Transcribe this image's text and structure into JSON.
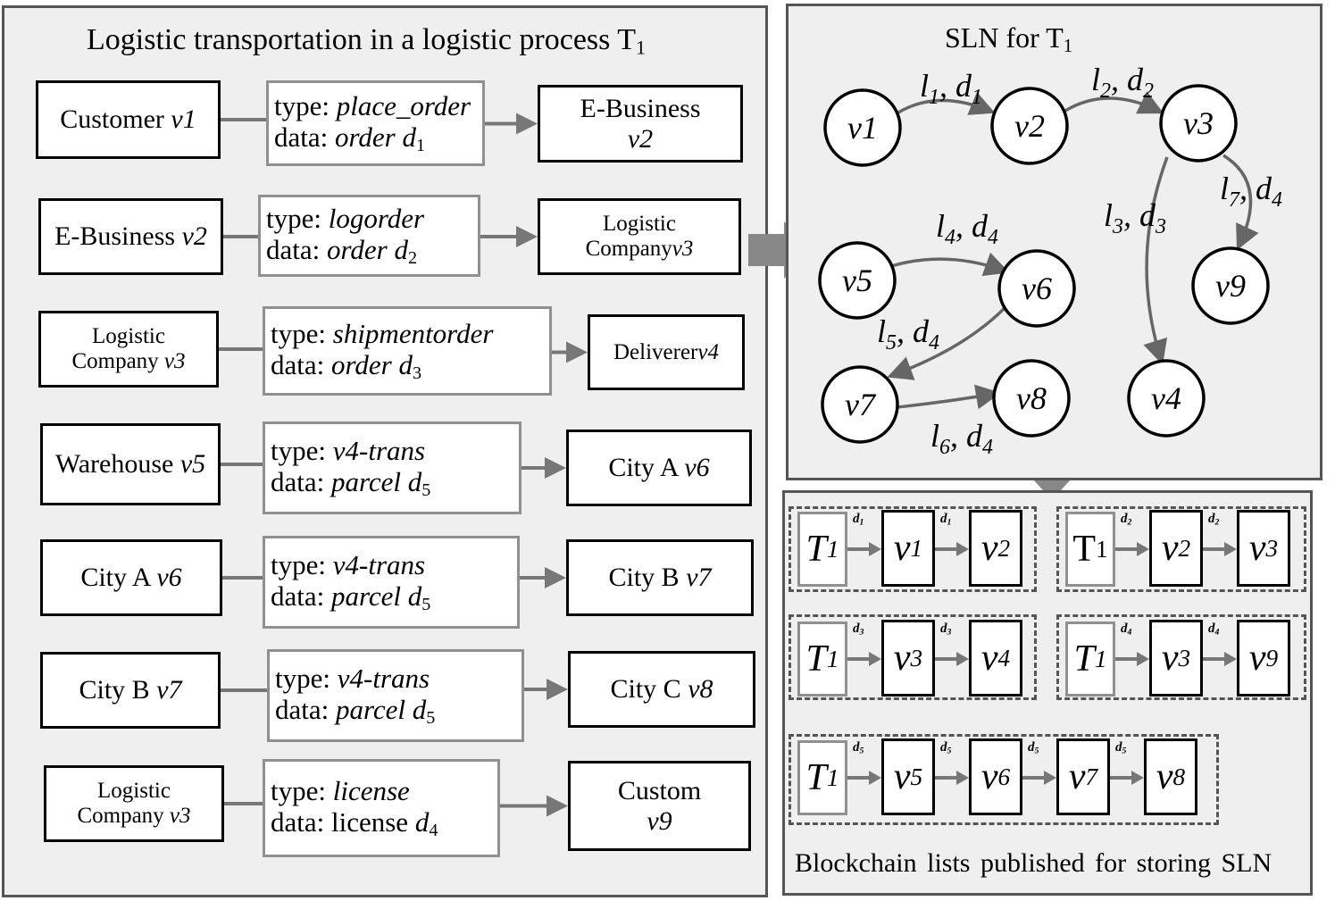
{
  "left_panel": {
    "title": "Logistic transportation in a logistic process T",
    "title_sub": "1",
    "rows": [
      {
        "source": "Customer",
        "source_v": "v1",
        "type_label": "type: ",
        "type_value": "place_order",
        "data_label": "data: ",
        "data_value": "order d",
        "data_sub": "1",
        "target": "E-Business",
        "target_v": "v2"
      },
      {
        "source": "E-Business",
        "source_v": "v2",
        "type_label": "type: ",
        "type_value": "logorder",
        "data_label": "data: ",
        "data_value": "order d",
        "data_sub": "2",
        "target": "Logistic Company",
        "target_v": "v3"
      },
      {
        "source": "Logistic Company",
        "source_v": "v3",
        "type_label": "type: ",
        "type_value": "shipmentorder",
        "data_label": "data: ",
        "data_value": "order d",
        "data_sub": "3",
        "target": "Deliverer",
        "target_v": "v4"
      },
      {
        "source": "Warehouse",
        "source_v": "v5",
        "type_label": "type: ",
        "type_value": "v4-trans",
        "data_label": "data: ",
        "data_value": "parcel d",
        "data_sub": "5",
        "target": "City A",
        "target_v": "v6"
      },
      {
        "source": "City A",
        "source_v": "v6",
        "type_label": "type: ",
        "type_value": "v4-trans",
        "data_label": "data: ",
        "data_value": "parcel d",
        "data_sub": "5",
        "target": "City B",
        "target_v": "v7"
      },
      {
        "source": "City B",
        "source_v": "v7",
        "type_label": "type: ",
        "type_value": "v4-trans",
        "data_label": "data: ",
        "data_value": "parcel d",
        "data_sub": "5",
        "target": "City C",
        "target_v": "v8"
      },
      {
        "source": "Logistic Company",
        "source_v": "v3",
        "type_label": "type: ",
        "type_value": "license",
        "data_label": "data: license ",
        "data_value": "d",
        "data_sub": "4",
        "target": "Custom",
        "target_v": "v9"
      }
    ]
  },
  "sln_panel": {
    "title": "SLN for T",
    "title_sub": "1",
    "nodes": [
      "v1",
      "v2",
      "v3",
      "v4",
      "v5",
      "v6",
      "v7",
      "v8",
      "v9"
    ],
    "edges": [
      {
        "from": "v1",
        "to": "v2",
        "label": "l",
        "label_sub": "1",
        "data": "d",
        "data_sub": "1"
      },
      {
        "from": "v2",
        "to": "v3",
        "label": "l",
        "label_sub": "2",
        "data": "d",
        "data_sub": "2"
      },
      {
        "from": "v3",
        "to": "v4",
        "label": "l",
        "label_sub": "3",
        "data": "d",
        "data_sub": "3"
      },
      {
        "from": "v5",
        "to": "v6",
        "label": "l",
        "label_sub": "4",
        "data": "d",
        "data_sub": "4"
      },
      {
        "from": "v6",
        "to": "v7",
        "label": "l",
        "label_sub": "5",
        "data": "d",
        "data_sub": "4"
      },
      {
        "from": "v7",
        "to": "v8",
        "label": "l",
        "label_sub": "6",
        "data": "d",
        "data_sub": "4"
      },
      {
        "from": "v3",
        "to": "v9",
        "label": "l",
        "label_sub": "7",
        "data": "d",
        "data_sub": "4"
      }
    ]
  },
  "blockchain_panel": {
    "caption": "Blockchain lists published for storing SLN",
    "lists": [
      {
        "tx": "T",
        "tx_sub": "1",
        "nodes": [
          {
            "v": "v",
            "sub": "1"
          },
          {
            "v": "v",
            "sub": "2"
          }
        ],
        "data": "d",
        "data_sub": "1"
      },
      {
        "tx": "T",
        "tx_sub": "1",
        "nodes": [
          {
            "v": "v",
            "sub": "2"
          },
          {
            "v": "v",
            "sub": "3"
          }
        ],
        "data": "d",
        "data_sub": "2"
      },
      {
        "tx": "T",
        "tx_sub": "1",
        "nodes": [
          {
            "v": "v",
            "sub": "3"
          },
          {
            "v": "v",
            "sub": "4"
          }
        ],
        "data": "d",
        "data_sub": "3"
      },
      {
        "tx": "T",
        "tx_sub": "1",
        "nodes": [
          {
            "v": "v",
            "sub": "3"
          },
          {
            "v": "v",
            "sub": "9"
          }
        ],
        "data": "d",
        "data_sub": "4"
      },
      {
        "tx": "T",
        "tx_sub": "1",
        "nodes": [
          {
            "v": "v",
            "sub": "5"
          },
          {
            "v": "v",
            "sub": "6"
          },
          {
            "v": "v",
            "sub": "7"
          },
          {
            "v": "v",
            "sub": "8"
          }
        ],
        "data": "d",
        "data_sub": "5"
      }
    ]
  },
  "colors": {
    "panel_border": "#555555",
    "panel_bg": "#efefef",
    "arrow": "#777777",
    "msg_border": "#909090"
  }
}
